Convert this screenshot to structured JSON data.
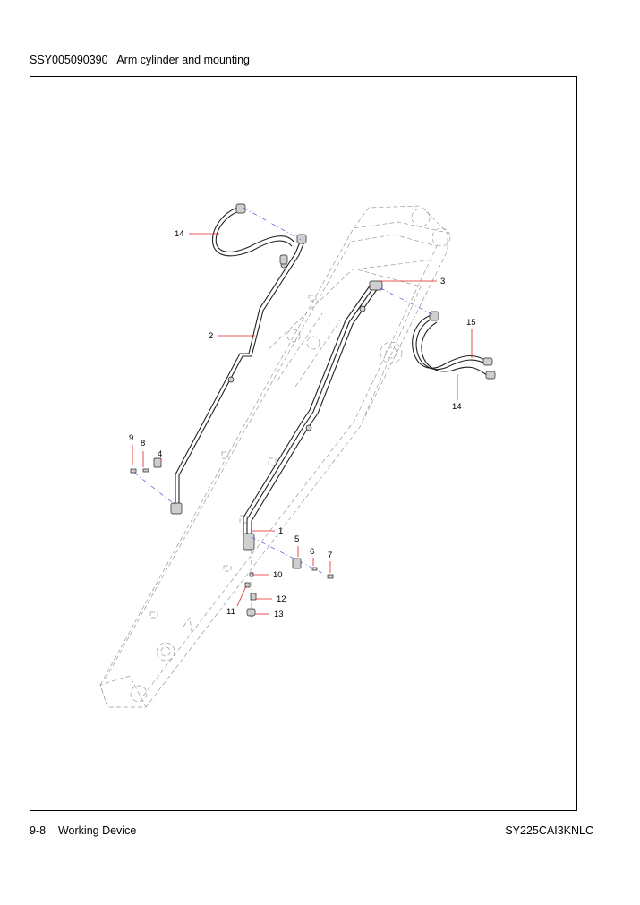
{
  "header": {
    "part_code": "SSY005090390",
    "title": "Arm cylinder and mounting"
  },
  "footer": {
    "page_number": "9-8",
    "section": "Working Device",
    "model": "SY225CAI3KNLC"
  },
  "callouts": {
    "c1": "1",
    "c2": "2",
    "c3": "3",
    "c4": "4",
    "c5": "5",
    "c6": "6",
    "c7": "7",
    "c8": "8",
    "c9": "9",
    "c10": "10",
    "c11": "11",
    "c12": "12",
    "c13": "13",
    "c14a": "14",
    "c14b": "14",
    "c15": "15"
  }
}
